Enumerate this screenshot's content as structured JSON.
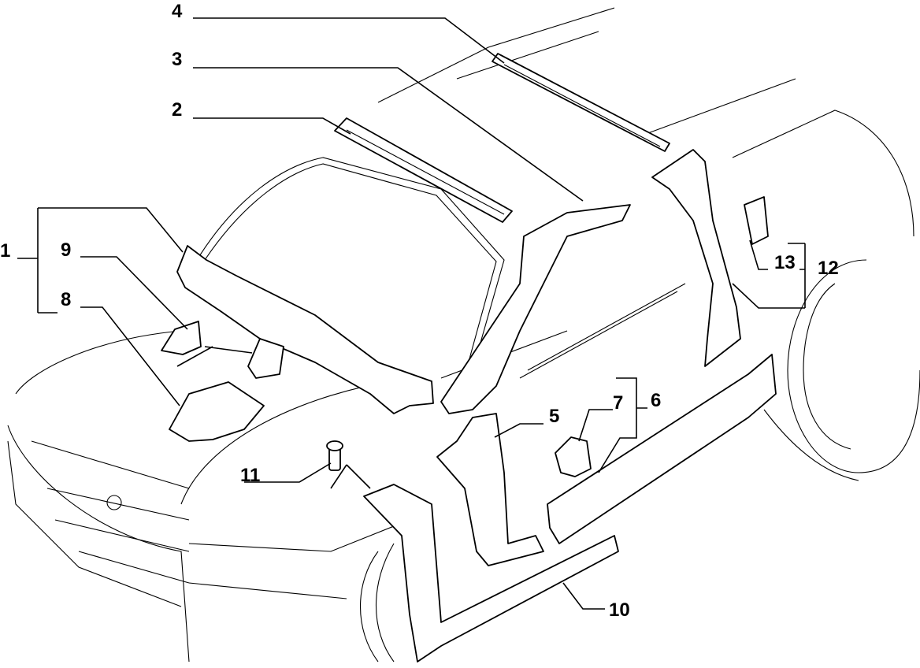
{
  "diagram": {
    "type": "exploded parts diagram",
    "subject": "car body structure (front frame, roof rails, pillars, sills)",
    "callouts": [
      {
        "id": "1",
        "label": "1",
        "group": [
          "9",
          "8"
        ]
      },
      {
        "id": "2",
        "label": "2"
      },
      {
        "id": "3",
        "label": "3"
      },
      {
        "id": "4",
        "label": "4"
      },
      {
        "id": "5",
        "label": "5"
      },
      {
        "id": "6",
        "label": "6",
        "group": [
          "7"
        ]
      },
      {
        "id": "7",
        "label": "7"
      },
      {
        "id": "8",
        "label": "8"
      },
      {
        "id": "9",
        "label": "9"
      },
      {
        "id": "10",
        "label": "10"
      },
      {
        "id": "11",
        "label": "11"
      },
      {
        "id": "12",
        "label": "12",
        "group": [
          "13"
        ]
      },
      {
        "id": "13",
        "label": "13"
      }
    ]
  }
}
